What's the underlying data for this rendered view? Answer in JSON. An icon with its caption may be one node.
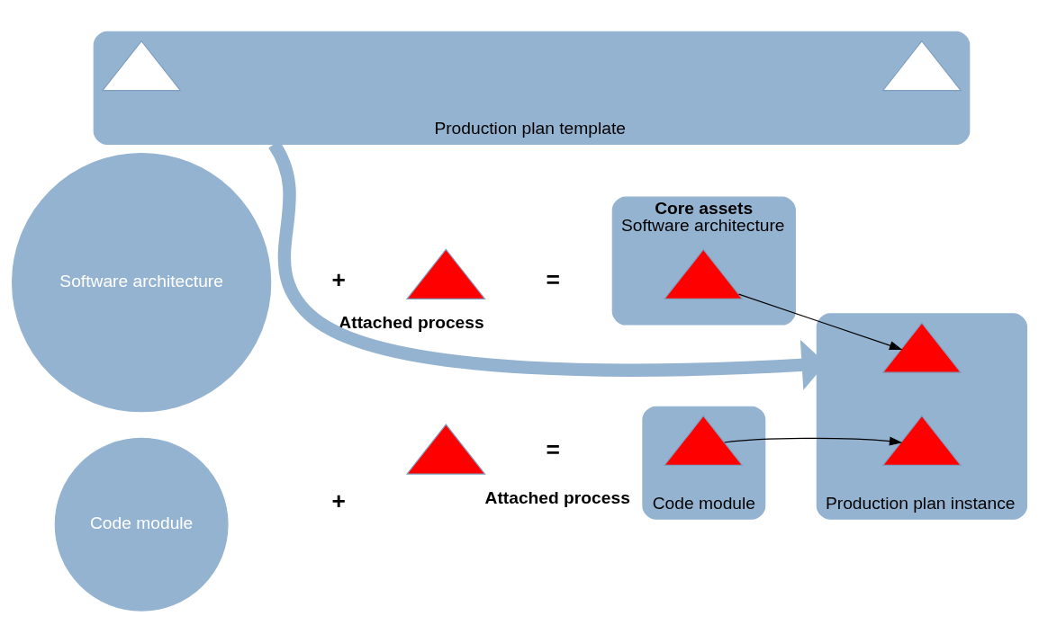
{
  "diagram": {
    "nodes": [
      {
        "text": [
          "Software architecture"
        ]
      },
      {
        "text": [],
        "shape": "triangle",
        "beside": [
          "Attached process"
        ]
      },
      {
        "text": [
          "Software architecture"
        ],
        "beside": [
          "Core assets"
        ]
      },
      {
        "text": [],
        "shape": "triangle",
        "in": 2
      },
      {
        "text": [
          "Production plan template"
        ]
      },
      {
        "text": [],
        "shape": "triangle",
        "in": 4
      },
      {
        "text": [],
        "shape": "triangle",
        "in": 4
      },
      {
        "text": [
          "Production plan instance"
        ]
      },
      {
        "text": [],
        "shape": "triangle",
        "in": 7
      },
      {
        "text": [],
        "shape": "triangle",
        "in": 7
      },
      {
        "text": [
          "Code module"
        ]
      },
      {
        "text": [],
        "shape": "triangle",
        "beside": [
          "Attached process"
        ]
      },
      {
        "text": [
          "Code module"
        ]
      },
      {
        "text": [],
        "shape": "triangle",
        "in": 12
      }
    ],
    "edges": [
      {
        "from": 3,
        "to": 8,
        "arrow": "to"
      },
      {
        "from": 4,
        "to": 7,
        "arrow": "to",
        "style": "thick",
        "color": "#94b3d1"
      },
      {
        "from": 13,
        "to": 9,
        "arrow": "to"
      }
    ],
    "labels": [
      "+",
      "=",
      "+",
      "="
    ]
  }
}
